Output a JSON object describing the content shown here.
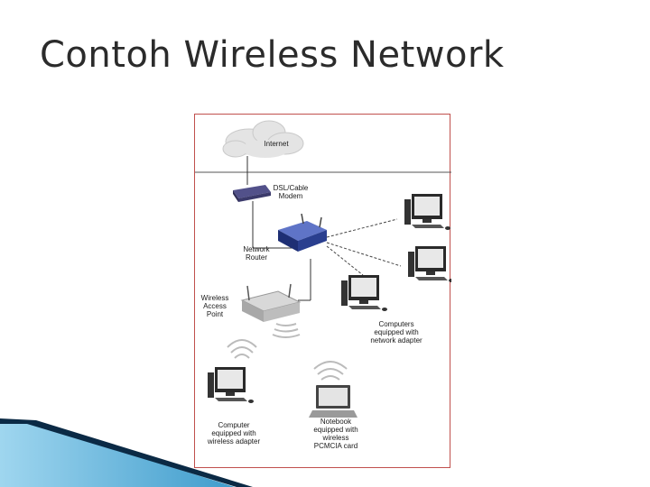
{
  "slide": {
    "title": "Contoh Wireless Network"
  },
  "diagram": {
    "labels": {
      "internet": "Internet",
      "modem_line1": "DSL/Cable",
      "modem_line2": "Modem",
      "router_line1": "Network",
      "router_line2": "Router",
      "ap_line1": "Wireless",
      "ap_line2": "Access",
      "ap_line3": "Point",
      "wired_line1": "Computers",
      "wired_line2": "equipped with",
      "wired_line3": "network adapter",
      "wpc_line1": "Computer",
      "wpc_line2": "equipped with",
      "wpc_line3": "wireless adapter",
      "nb_line1": "Notebook",
      "nb_line2": "equipped with",
      "nb_line3": "wireless",
      "nb_line4": "PCMCIA card"
    },
    "colors": {
      "frame": "#c0504d",
      "router": "#2a3f8f",
      "modem": "#3b3a6b",
      "wave_dark": "#0b2a45",
      "wave_light": "#7fc4e6"
    }
  }
}
